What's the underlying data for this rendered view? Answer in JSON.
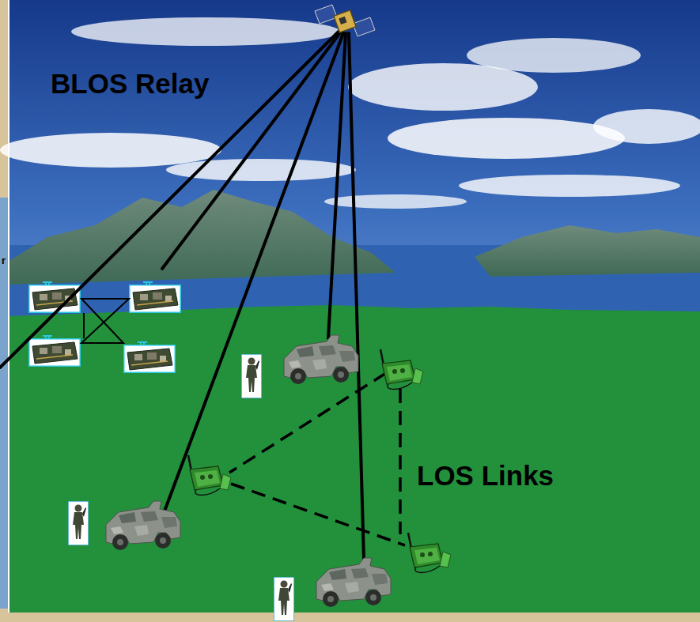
{
  "diagram": {
    "labels": [
      "BLOS Relay",
      "LOS Links",
      "r"
    ]
  }
}
